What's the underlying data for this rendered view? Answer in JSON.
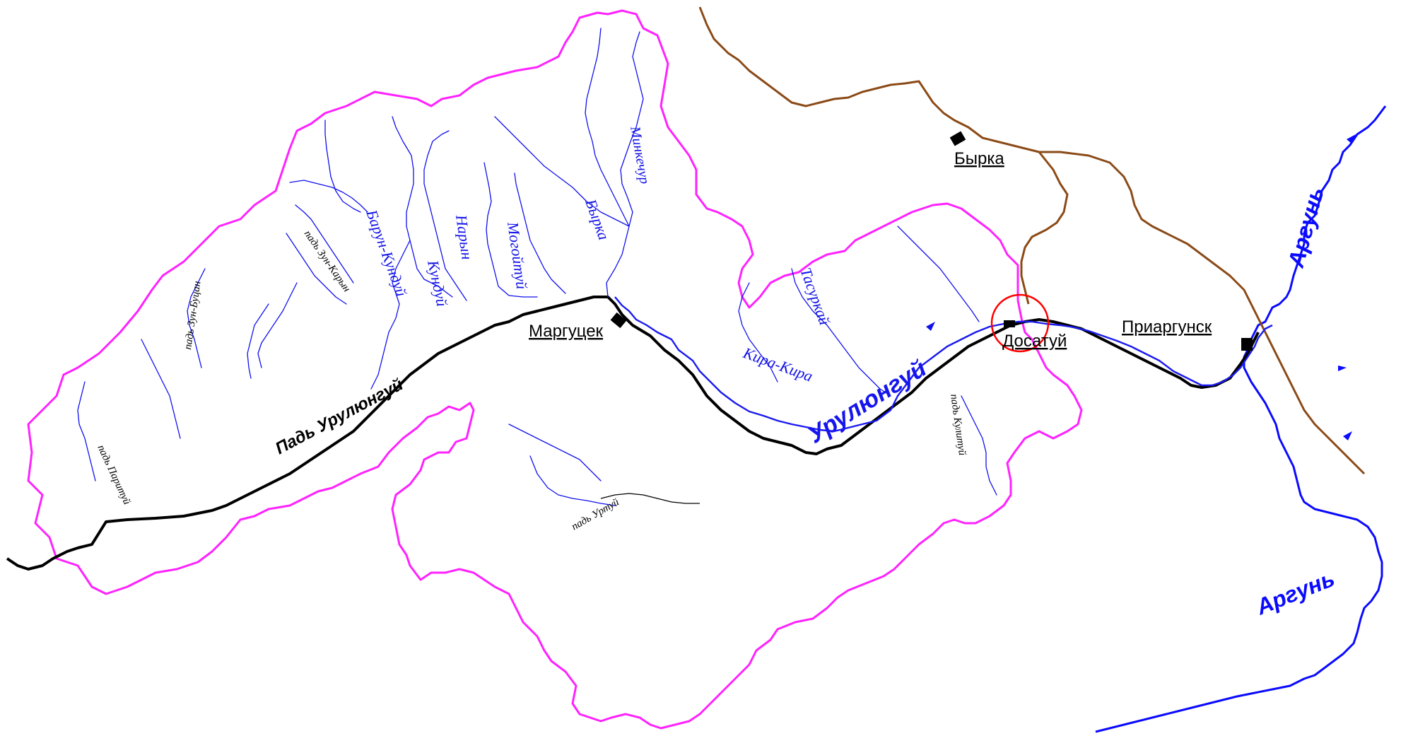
{
  "settlements": {
    "byrka": "Бырка",
    "margutsek": "Маргуцек",
    "dosatuy": "Досатуй",
    "priargunsk": "Приаргунск"
  },
  "rivers": {
    "urulyungui": "Урулюнгуй",
    "argun_upper": "Аргунь",
    "argun_lower": "Аргунь",
    "byrka": "Бырка",
    "minkechur": "Минкечур",
    "mogoytuy": "Могойтуй",
    "naryn": "Нарын",
    "kundui": "Кундуй",
    "barun_kundui": "Барун-Кундуй",
    "tasurkay": "Тасуркай",
    "kira_kira": "Кира-Кира"
  },
  "valleys": {
    "pad_urulyungui": "Падь Урулюнгуй",
    "pad_zun_karyn": "падь Зун-Карын",
    "pad_zun_butsen": "падь Зун-Буцан",
    "pad_paritui": "падь Паритуй",
    "pad_urtui": "падь Уртуй",
    "pad_kulitui": "падь Кулитуй"
  },
  "colors": {
    "basin_boundary": "#ff22ff",
    "rivers": "#1010ee",
    "argun": "#0a0aff",
    "road": "#8b4a17",
    "railway": "#000000",
    "highlight_circle": "#ff0000"
  }
}
